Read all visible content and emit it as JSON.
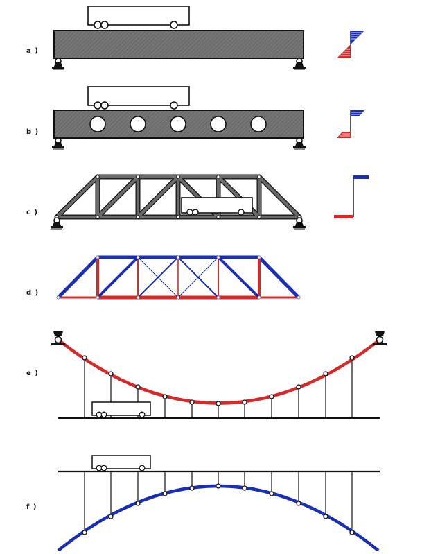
{
  "panels": [
    {
      "id": "a",
      "label": "a )"
    },
    {
      "id": "b",
      "label": "b )"
    },
    {
      "id": "c",
      "label": "c )"
    },
    {
      "id": "d",
      "label": "d )"
    },
    {
      "id": "e",
      "label": "e )"
    },
    {
      "id": "f",
      "label": "f )"
    }
  ],
  "colors": {
    "compression": "#d42a2a",
    "tension": "#1a2fb4",
    "beam": "#6e6e6e",
    "truss": "#5a5a5a",
    "outline": "#111111"
  },
  "icons": [
    "vehicle-icon",
    "pin-support-icon",
    "stress-diagram-icon"
  ]
}
